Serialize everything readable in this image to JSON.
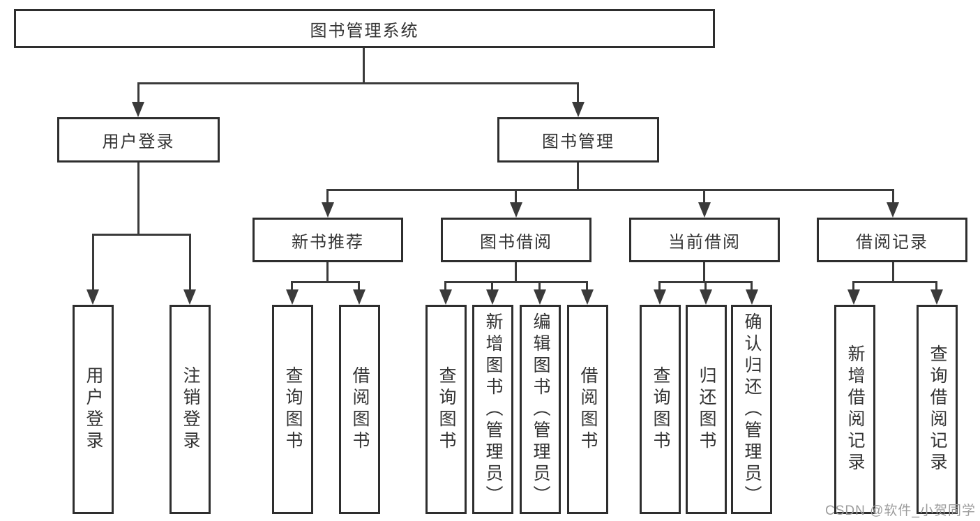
{
  "tree": {
    "root": {
      "label": "图书管理系统"
    },
    "branches": [
      {
        "label": "用户登录",
        "children": [
          {
            "label": "用户登录"
          },
          {
            "label": "注销登录"
          }
        ]
      },
      {
        "label": "图书管理",
        "groups": [
          {
            "label": "新书推荐",
            "children": [
              {
                "label": "查询图书"
              },
              {
                "label": "借阅图书"
              }
            ]
          },
          {
            "label": "图书借阅",
            "children": [
              {
                "label": "查询图书"
              },
              {
                "label": "新增图书（管理员）"
              },
              {
                "label": "编辑图书（管理员）"
              },
              {
                "label": "借阅图书"
              }
            ]
          },
          {
            "label": "当前借阅",
            "children": [
              {
                "label": "查询图书"
              },
              {
                "label": "归还图书"
              },
              {
                "label": "确认归还（管理员）"
              }
            ]
          },
          {
            "label": "借阅记录",
            "children": [
              {
                "label": "新增借阅记录"
              },
              {
                "label": "查询借阅记录"
              }
            ]
          }
        ]
      }
    ]
  },
  "watermark": "CSDN @软件_小贺同学",
  "colors": {
    "line": "#3a3a3a",
    "border": "#2e2e2e",
    "text": "#333333",
    "background": "#ffffff",
    "watermark": "#9c9c9c"
  }
}
